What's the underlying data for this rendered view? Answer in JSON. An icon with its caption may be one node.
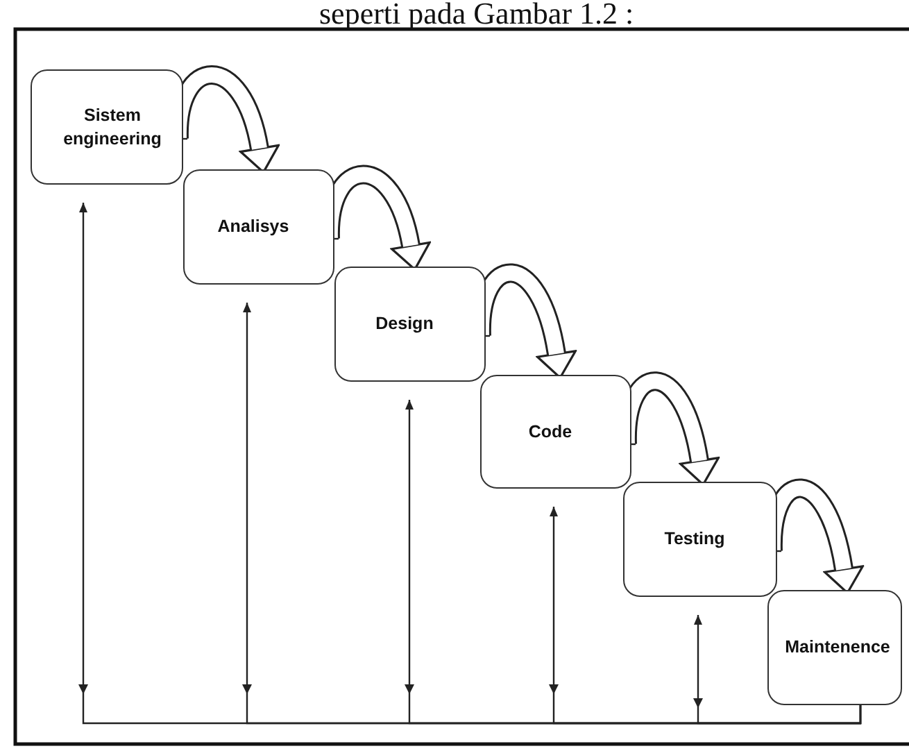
{
  "diagram": {
    "nodes": [
      {
        "text": [
          "Sistem engineering"
        ]
      },
      {
        "text": [
          "Analisys"
        ]
      },
      {
        "text": [
          "Design"
        ]
      },
      {
        "text": [
          "Code"
        ]
      },
      {
        "text": [
          "Testing"
        ]
      },
      {
        "text": [
          "Maintenence"
        ]
      }
    ],
    "edges": [
      {
        "from": 0,
        "to": 1,
        "arrow": "to",
        "style": "thick"
      },
      {
        "from": 1,
        "to": 2,
        "arrow": "to",
        "style": "thick"
      },
      {
        "from": 2,
        "to": 3,
        "arrow": "to",
        "style": "thick"
      },
      {
        "from": 3,
        "to": 4,
        "arrow": "to",
        "style": "thick"
      },
      {
        "from": 4,
        "to": 5,
        "arrow": "to",
        "style": "thick"
      },
      {
        "from": 5,
        "to": 0,
        "arrow": "to"
      },
      {
        "from": 5,
        "to": 1,
        "arrow": "to"
      },
      {
        "from": 5,
        "to": 2,
        "arrow": "to"
      },
      {
        "from": 5,
        "to": 3,
        "arrow": "to"
      },
      {
        "from": 5,
        "to": 4,
        "arrow": "to"
      }
    ],
    "labels": [
      "seperti pada Gambar 1.2 :"
    ]
  }
}
